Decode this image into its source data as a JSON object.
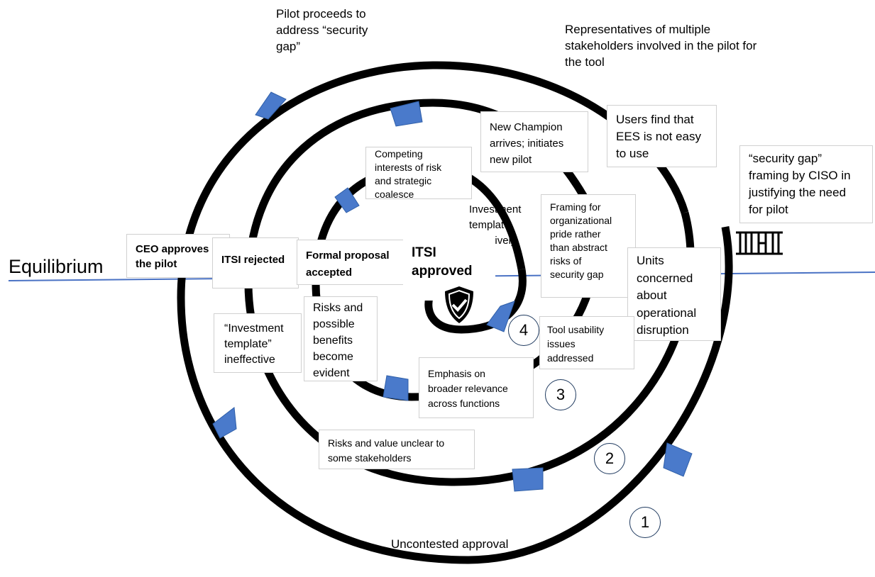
{
  "equilibrium_label": "Equilibrium",
  "gate_icon": "gate-icon",
  "shield_icon": "shield-check-icon",
  "colors": {
    "spiral": "#000000",
    "arrow": "#4a7acb",
    "line": "#4a72c4"
  },
  "labels": {
    "pilot_proceeds": "Pilot proceeds to\naddress “security\ngap”",
    "representatives": "Representatives of multiple\nstakeholders involved in the pilot for\nthe tool",
    "users_find": "Users find that\nEES is not easy\nto use",
    "security_gap_framing": "“security gap”\nframing by CISO in\njustifying the need\nfor pilot",
    "new_champion": "New Champion\narrives; initiates\nnew pilot",
    "competing_interests": "Competing\ninterests of risk\nand strategic\ncoalesce",
    "investment_template_used": "Investment\ntemplate\neffectively\nused",
    "framing_pride": "Framing for\norganizational\npride rather\nthan abstract\nrisks of\nsecurity gap",
    "ceo_approves": "CEO approves\nthe pilot",
    "itsi_rejected": "ITSI rejected",
    "formal_proposal": "Formal proposal\naccepted",
    "itsi_approved": "ITSI\napproved",
    "units_concerned": "Units\nconcerned\nabout\noperational\ndisruption",
    "investment_ineffective": "“Investment\ntemplate”\nineffective",
    "risks_benefits": "Risks and\npossible\nbenefits\nbecome\nevident",
    "tool_usability": "Tool usability\nissues\naddressed",
    "emphasis": "Emphasis on\nbroader relevance\nacross functions",
    "risks_unclear": "Risks and value unclear to\nsome stakeholders",
    "uncontested": "Uncontested approval"
  },
  "loop_numbers": {
    "n1": "1",
    "n2": "2",
    "n3": "3",
    "n4": "4"
  }
}
